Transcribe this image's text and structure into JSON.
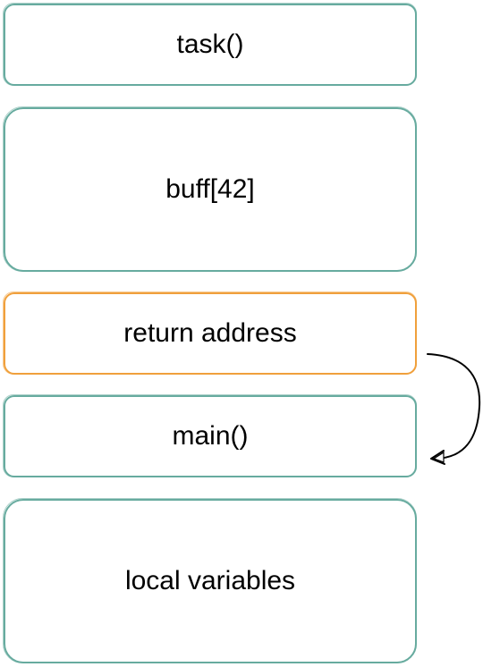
{
  "diagram": {
    "frames": [
      {
        "id": "task",
        "label": "task()"
      },
      {
        "id": "buff",
        "label": "buff[42]"
      },
      {
        "id": "return_address",
        "label": "return address"
      },
      {
        "id": "main",
        "label": "main()"
      },
      {
        "id": "locals",
        "label": "local variables"
      }
    ],
    "colors": {
      "box_stroke": "#67AB9F",
      "highlight_stroke": "#F0A03C",
      "arrow": "#000000",
      "text": "#000000"
    },
    "arrow": {
      "from": "return_address",
      "to": "main"
    }
  }
}
